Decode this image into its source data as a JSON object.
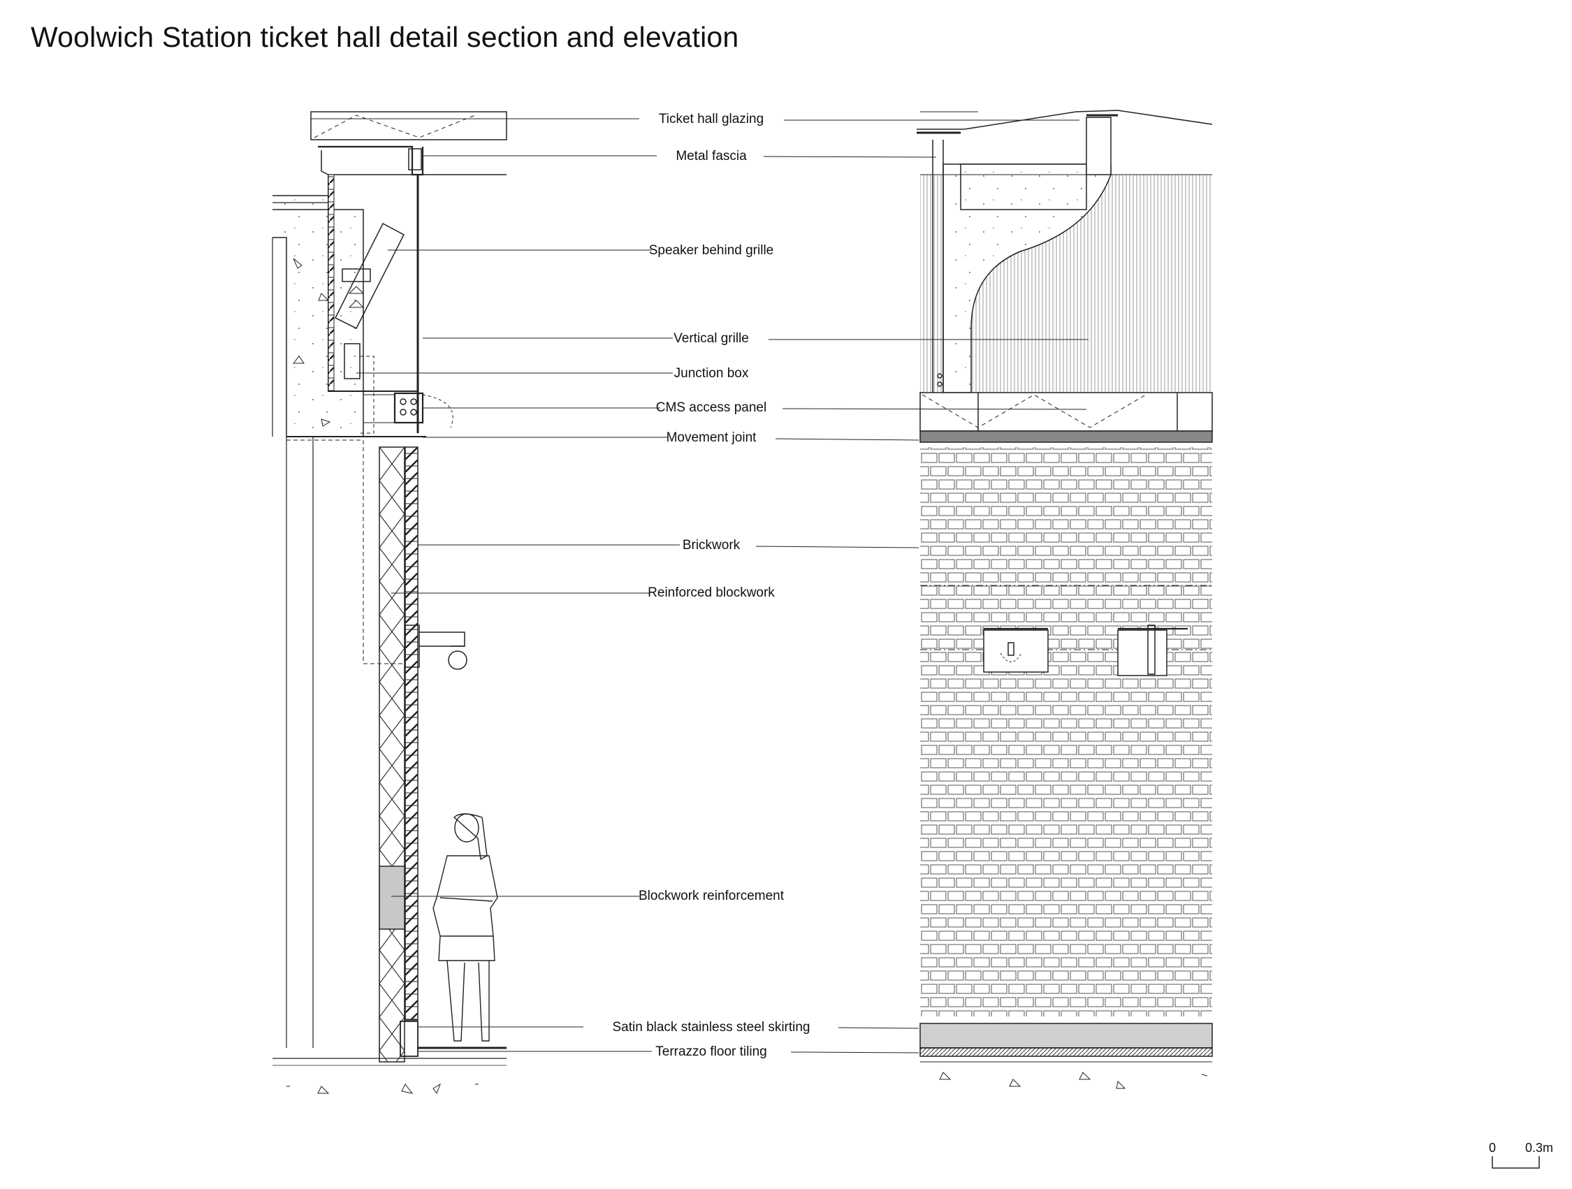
{
  "title": "Woolwich Station ticket hall detail section and elevation",
  "labels": [
    {
      "id": "ticket-hall-glazing",
      "text": "Ticket hall glazing"
    },
    {
      "id": "metal-fascia",
      "text": "Metal fascia"
    },
    {
      "id": "speaker-behind-grille",
      "text": "Speaker behind grille"
    },
    {
      "id": "vertical-grille",
      "text": "Vertical grille"
    },
    {
      "id": "junction-box",
      "text": "Junction box"
    },
    {
      "id": "cms-access-panel",
      "text": "CMS access panel"
    },
    {
      "id": "movement-joint",
      "text": "Movement joint"
    },
    {
      "id": "brickwork",
      "text": "Brickwork"
    },
    {
      "id": "reinforced-blockwork",
      "text": "Reinforced blockwork"
    },
    {
      "id": "blockwork-reinforcement",
      "text": "Blockwork reinforcement"
    },
    {
      "id": "satin-black-skirting",
      "text": "Satin black stainless steel skirting"
    },
    {
      "id": "terrazzo-floor-tiling",
      "text": "Terrazzo floor tiling"
    }
  ],
  "scale_bar": {
    "start": "0",
    "end": "0.3m"
  },
  "colors": {
    "line": "#222222",
    "fill_grey": "#c8c8c8",
    "skirting": "#cfcfcf",
    "paper": "#ffffff"
  }
}
